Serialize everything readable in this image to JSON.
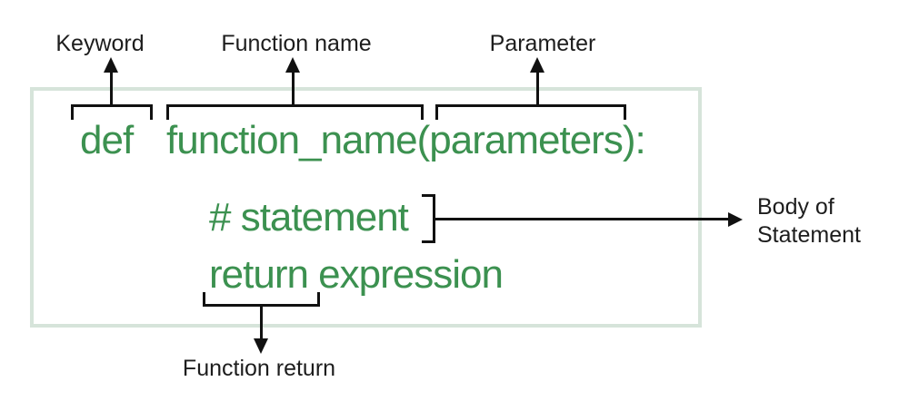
{
  "colors": {
    "code_text": "#3c9150",
    "box_border": "#d6e4da",
    "annotation_text": "#1d1d1d"
  },
  "code": {
    "keyword": "def",
    "signature": "function_name(parameters):",
    "statement_line": "# statement",
    "return_line": "return expression"
  },
  "annotations": {
    "keyword": "Keyword",
    "function_name": "Function name",
    "parameter": "Parameter",
    "body_line1": "Body of",
    "body_line2": "Statement",
    "function_return": "Function return"
  }
}
